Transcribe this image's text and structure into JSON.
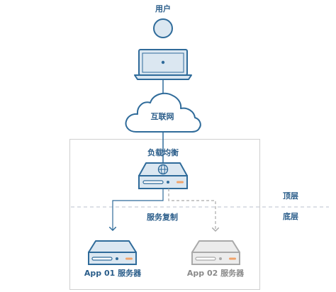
{
  "diagram": {
    "user_label": "用户",
    "internet_label": "互联网",
    "load_balancer_label": "负载均衡",
    "replication_label": "服务复制",
    "top_layer_label": "顶层",
    "bottom_layer_label": "底层",
    "app01_label": "App 01 服务器",
    "app02_label": "App 02 服务器"
  },
  "colors": {
    "primary_stroke": "#2f6b9a",
    "device_fill": "#dbe7f1",
    "ghost_stroke": "#a9a9a9",
    "ghost_fill": "#ececec",
    "accent_led": "#f0a36b",
    "box_border": "#cfcfcf",
    "divider": "#c8ced6"
  }
}
